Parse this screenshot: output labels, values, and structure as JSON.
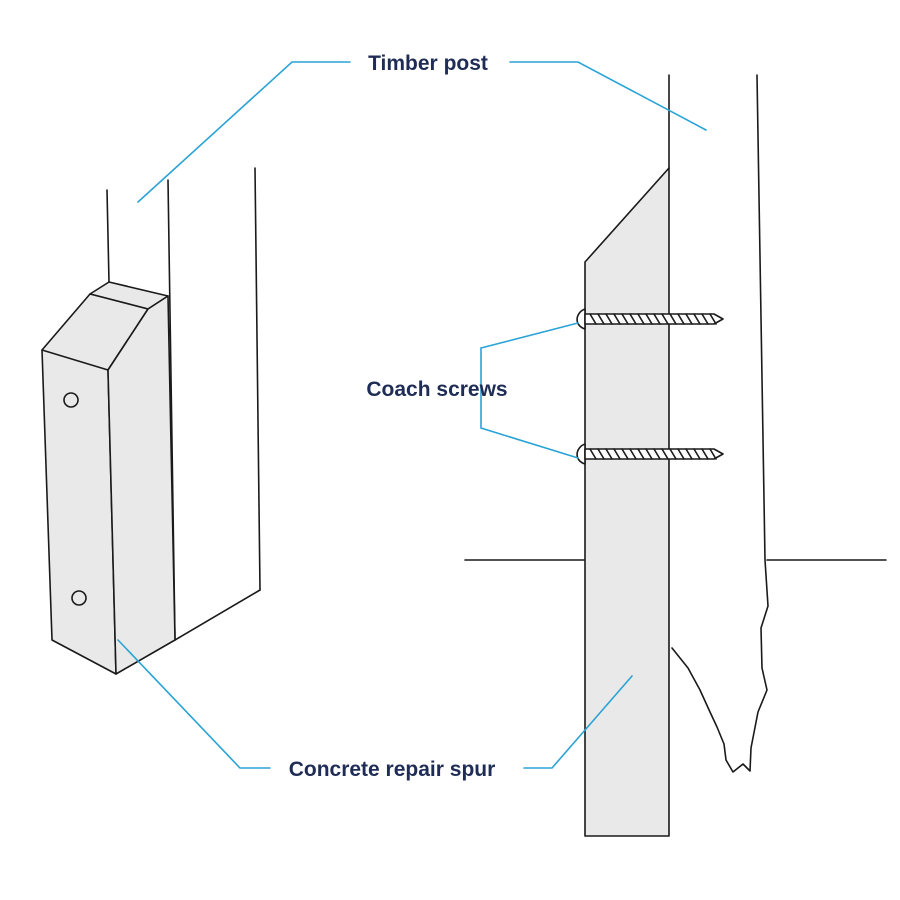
{
  "labels": {
    "timber_post": "Timber post",
    "coach_screws": "Coach screws",
    "concrete_repair_spur": "Concrete repair spur"
  },
  "colors": {
    "label_text": "#1f2d56",
    "leader_line": "#2aa3d6",
    "concrete_fill": "#e9e9e9",
    "outline": "#1a1a1a",
    "background": "#ffffff"
  }
}
